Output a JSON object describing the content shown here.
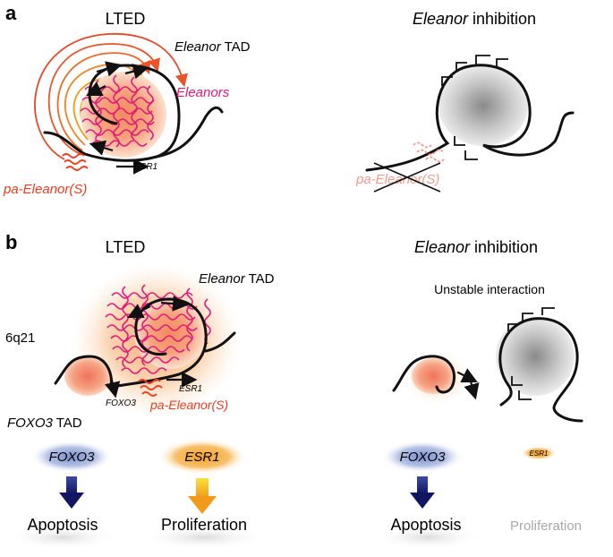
{
  "panel_a": {
    "letter": "a",
    "left": {
      "title": "LTED",
      "tad_label_italic": "Eleanor",
      "tad_label_rest": " TAD",
      "eleanors_label": "Eleanors",
      "esr1_label": "ESR1",
      "pa_eleanor_label": "pa-Eleanor(S)"
    },
    "right": {
      "title_italic": "Eleanor",
      "title_rest": " inhibition",
      "pa_eleanor_label": "pa-Eleanor(S)"
    }
  },
  "panel_b": {
    "letter": "b",
    "left": {
      "title": "LTED",
      "tad_label_italic": "Eleanor",
      "tad_label_rest": " TAD",
      "locus_label": "6q21",
      "esr1_label": "ESR1",
      "foxo3_small_label": "FOXO3",
      "pa_eleanor_label": "pa-Eleanor(S)",
      "foxo3_tad_italic": "FOXO3",
      "foxo3_tad_rest": " TAD",
      "foxo3_protein": "FOXO3",
      "esr1_protein": "ESR1",
      "outcome_left": "Apoptosis",
      "outcome_right": "Proliferation"
    },
    "right": {
      "title_italic": "Eleanor",
      "title_rest": " inhibition",
      "subtitle": "Unstable interaction",
      "foxo3_protein": "FOXO3",
      "esr1_protein": "ESR1",
      "outcome_left": "Apoptosis",
      "outcome_right": "Proliferation"
    }
  },
  "colors": {
    "eleanor_rna": "#e0197a",
    "pa_eleanor": "#ee3b1e",
    "pa_eleanor_faded": "#f49a8a",
    "foxo3_arrow": "#1c237a",
    "esr1_arrow": "#f6a51b",
    "proliferation_faded": "#a8a8a8"
  }
}
